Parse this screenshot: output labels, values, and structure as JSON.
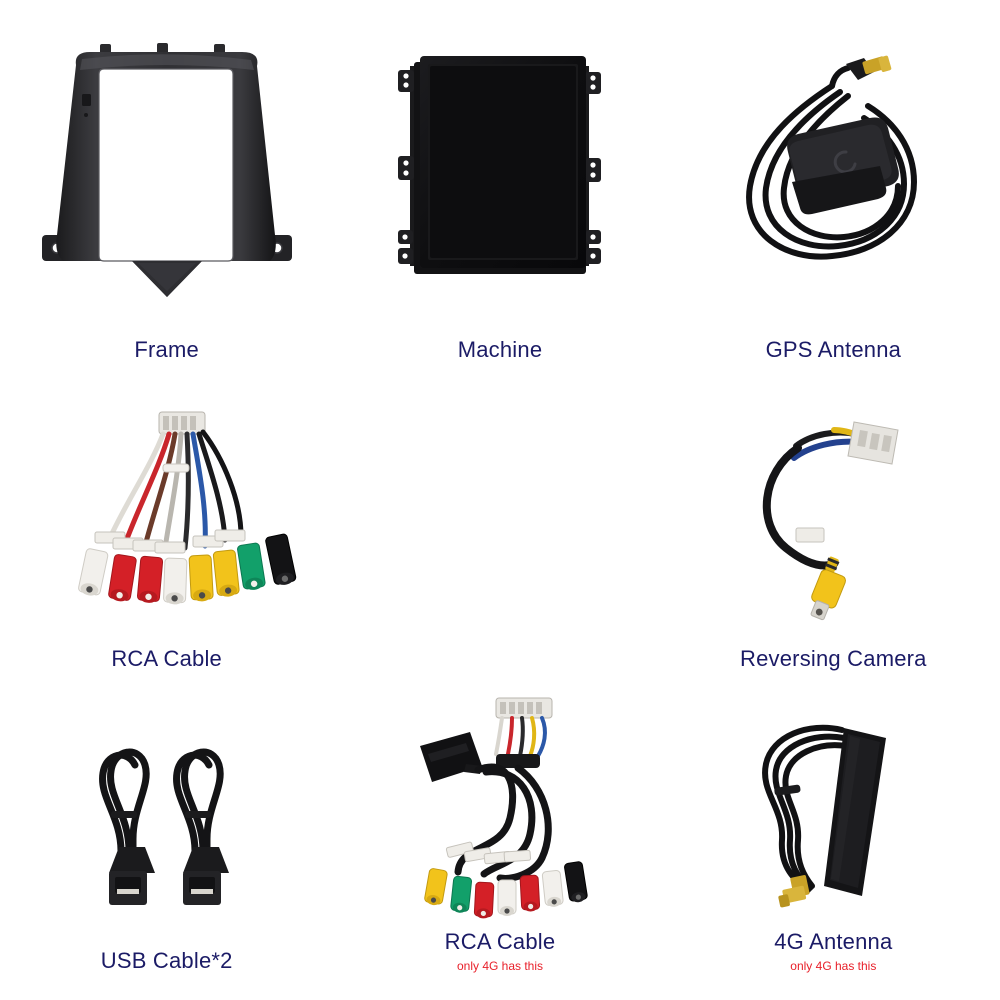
{
  "page": {
    "background": "#ffffff",
    "label_color": "#1b1b66",
    "note_color": "#e8202a"
  },
  "items": [
    {
      "id": "frame",
      "label": "Frame",
      "note": "",
      "icon": "dash-frame-icon",
      "colors": {
        "body": "#2b2b2d",
        "edge": "#111113",
        "sheen": "#4a4a4e"
      }
    },
    {
      "id": "machine",
      "label": "Machine",
      "note": "",
      "icon": "head-unit-icon",
      "colors": {
        "body": "#0b0b0c",
        "screen": "#161618",
        "bracket": "#1a1a1c"
      }
    },
    {
      "id": "gps-antenna",
      "label": "GPS Antenna",
      "note": "",
      "icon": "gps-antenna-icon",
      "colors": {
        "puck": "#17171a",
        "cable": "#111113",
        "connector": "#c9a227"
      }
    },
    {
      "id": "rca-cable-harness",
      "label": "RCA Cable",
      "note": "",
      "icon": "rca-harness-icon",
      "colors": {
        "plug": "#e9e7e2",
        "cable": "#141416",
        "jacks": [
          "#f2f0ec",
          "#d42027",
          "#d42027",
          "#f2f0ec",
          "#f2c31b",
          "#f2c31b",
          "#12a06a",
          "#131315"
        ]
      }
    },
    {
      "id": "spacer",
      "label": "",
      "note": "",
      "icon": "",
      "colors": {}
    },
    {
      "id": "reversing-camera",
      "label": "Reversing Camera",
      "note": "",
      "icon": "reversing-camera-cable-icon",
      "colors": {
        "plug": "#e6e4df",
        "cable": "#151517",
        "blue": "#23418e",
        "yellow": "#f2c31b"
      }
    },
    {
      "id": "usb-cable",
      "label": "USB Cable*2",
      "note": "",
      "icon": "usb-cable-icon",
      "colors": {
        "cable": "#141416",
        "head": "#1b1b1d"
      }
    },
    {
      "id": "rca-cable-4g",
      "label": "RCA Cable",
      "note": "only 4G has this",
      "icon": "rca-harness-4g-icon",
      "colors": {
        "plug": "#e9e7e2",
        "box": "#111113",
        "cable": "#141416",
        "jacks": [
          "#f2c31b",
          "#12a06a",
          "#d42027",
          "#d42027",
          "#f2f0ec",
          "#f2f0ec",
          "#131315"
        ]
      }
    },
    {
      "id": "4g-antenna",
      "label": "4G Antenna",
      "note": "only 4G has this",
      "icon": "4g-antenna-icon",
      "colors": {
        "panel": "#141416",
        "cable": "#111113",
        "connector": "#c9a227"
      }
    }
  ]
}
